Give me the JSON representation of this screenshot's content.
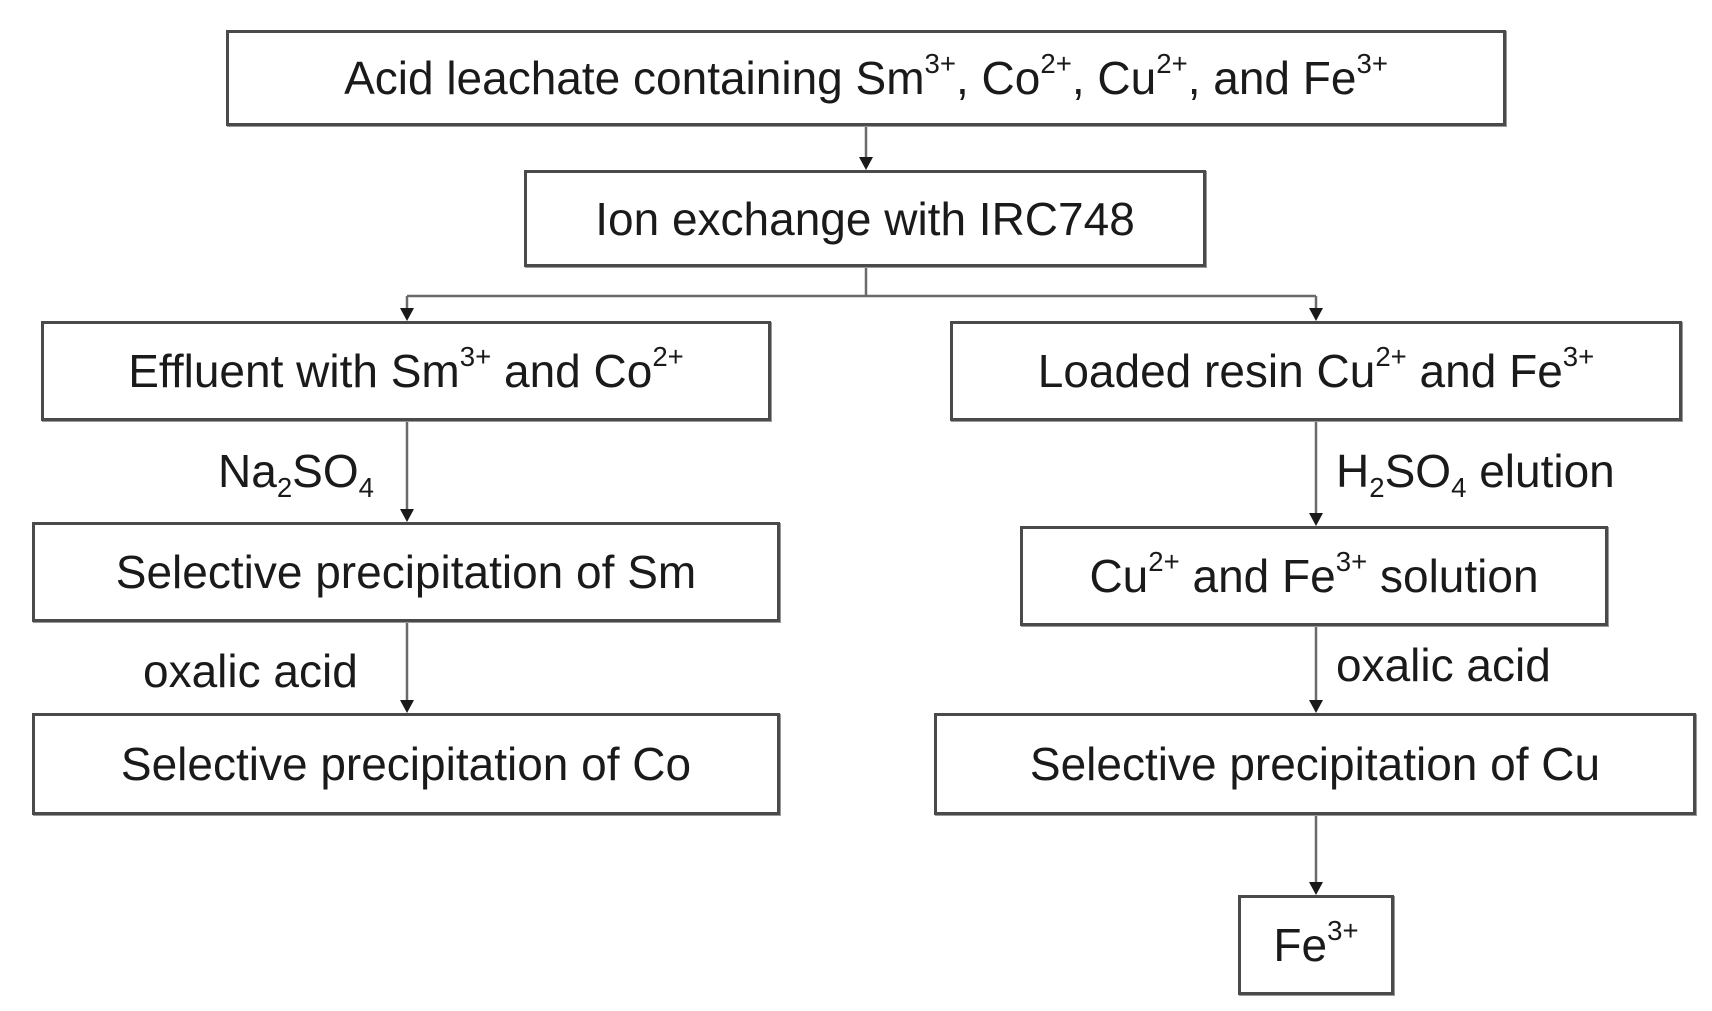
{
  "boxes": {
    "leachate": [
      "Acid leachate containing Sm",
      "3+",
      ", Co",
      "2+",
      ", Cu",
      "2+",
      ", and Fe",
      "3+"
    ],
    "ion_exchange": "Ion exchange with IRC748",
    "effluent": [
      "Effluent with Sm",
      "3+",
      " and Co",
      "2+"
    ],
    "loaded_resin": [
      "Loaded resin Cu",
      "2+",
      " and Fe",
      "3+"
    ],
    "sel_sm": "Selective precipitation of Sm",
    "cu_fe_solution": [
      "Cu",
      "2+",
      " and Fe",
      "3+",
      " solution"
    ],
    "sel_co": "Selective precipitation of Co",
    "sel_cu": "Selective precipitation of Cu",
    "fe": [
      "Fe",
      "3+"
    ]
  },
  "labels": {
    "na2so4": [
      "Na",
      "2",
      "SO",
      "4"
    ],
    "h2so4": [
      "H",
      "2",
      "SO",
      "4",
      " elution"
    ],
    "oxalic_left": "oxalic acid",
    "oxalic_right": "oxalic acid"
  }
}
